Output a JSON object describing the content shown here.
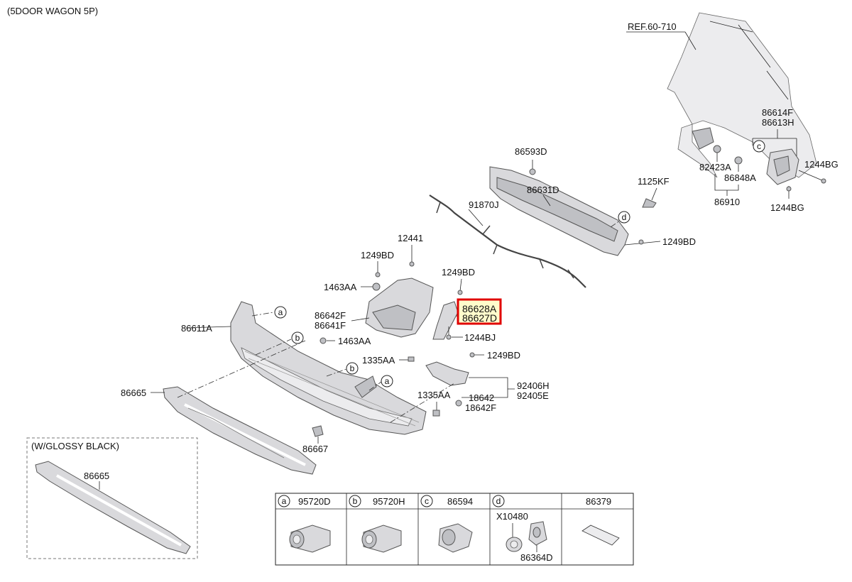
{
  "header": {
    "variant": "(5DOOR WAGON 5P)"
  },
  "ref": {
    "label": "REF.60-710"
  },
  "labels": {
    "p86614F": "86614F",
    "p86613H": "86613H",
    "p82423A": "82423A",
    "p86848A": "86848A",
    "p86910": "86910",
    "p1244BG_a": "1244BG",
    "p1244BG_b": "1244BG",
    "p86593D": "86593D",
    "p86631D": "86631D",
    "p1125KF": "1125KF",
    "p91870J": "91870J",
    "p1249BD_a": "1249BD",
    "p12441": "12441",
    "p1249BD_b": "1249BD",
    "p1249BD_c": "1249BD",
    "p1463AA_a": "1463AA",
    "p86642F": "86642F",
    "p86641F": "86641F",
    "p86611A": "86611A",
    "p1463AA_b": "1463AA",
    "p1244BJ": "1244BJ",
    "p1335AA_a": "1335AA",
    "p1249BD_d": "1249BD",
    "p92406H": "92406H",
    "p92405E": "92405E",
    "p18642": "18642",
    "p18642F": "18642F",
    "p1335AA_b": "1335AA",
    "p86665_a": "86665",
    "p86667": "86667",
    "p86665_b": "86665"
  },
  "highlight": {
    "top": "86628A",
    "bottom": "86627D"
  },
  "glossy": {
    "title": "(W/GLOSSY BLACK)"
  },
  "circles": {
    "a": "a",
    "b": "b",
    "c": "c",
    "d": "d"
  },
  "legend": {
    "cells": [
      {
        "letter": "a",
        "part": "95720D"
      },
      {
        "letter": "b",
        "part": "95720H"
      },
      {
        "letter": "c",
        "part": "86594"
      },
      {
        "letter": "d",
        "part": ""
      },
      {
        "letter": "",
        "part": "86379"
      }
    ],
    "d_extra_top": "X10480",
    "d_extra_bottom": "86364D"
  }
}
